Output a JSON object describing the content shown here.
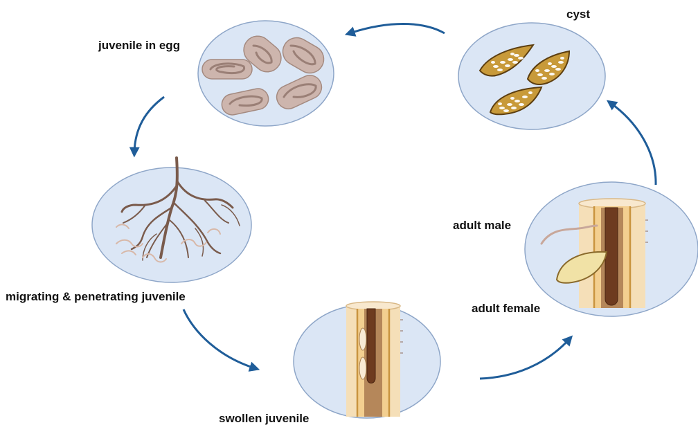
{
  "stages": {
    "cyst": "cyst",
    "juvenile_in_egg": "juvenile in egg",
    "migrating_juvenile": "migrating & penetrating juvenile",
    "swollen_juvenile": "swollen juvenile",
    "adult_male": "adult male",
    "adult_female": "adult female"
  },
  "colors": {
    "circle_fill": "#dbe6f5",
    "circle_stroke": "#8ea6c8",
    "arrow": "#1f5d99",
    "cyst_fill": "#c89a3a",
    "egg_fill": "#cdb5ad",
    "root": "#7a5b4c",
    "root_tissue": "#f5dfb8",
    "stele": "#c9943f",
    "nematode": "#6e3b1f",
    "female_body": "#f1e2a6"
  }
}
